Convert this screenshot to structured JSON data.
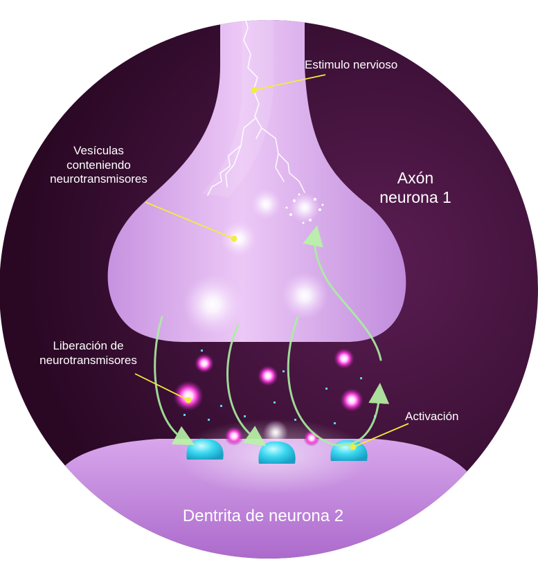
{
  "labels": {
    "stimulus": "Estimulo nervioso",
    "vesicles": [
      "Vesículas",
      "conteniendo",
      "neurotransmisores"
    ],
    "release": [
      "Liberación de",
      "neurotransmisores"
    ],
    "activation": "Activación",
    "axon": [
      "Axón",
      "neurona 1"
    ],
    "dendrite": "Dentrita de neurona 2"
  },
  "colors": {
    "background": "#3b0d33",
    "membrane": "#d9a6ea",
    "membrane_light": "#f0d4f7",
    "leader_line": "#f4ec3c",
    "neurotransmitter": "#ff3cdc",
    "receptor": "#2fd4ee",
    "arrow": "#a9f0a0",
    "text": "#ffffff"
  }
}
